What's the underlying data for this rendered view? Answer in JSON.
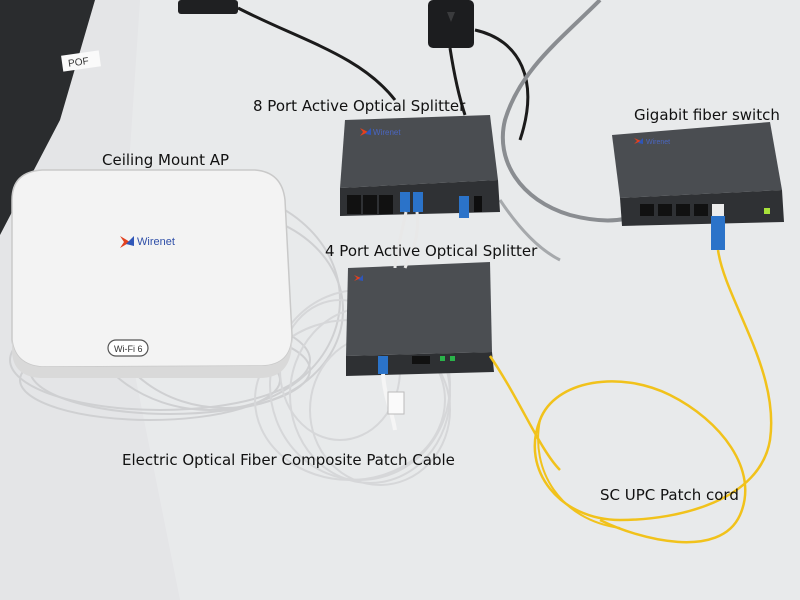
{
  "labels": {
    "splitter8": "8 Port Active Optical Splitter",
    "ceiling_ap": "Ceiling Mount AP",
    "gigabit_switch": "Gigabit fiber switch",
    "splitter4": "4 Port Active Optical Splitter",
    "composite_cable": "Electric Optical Fiber Composite Patch Cable",
    "patch_cord": "SC UPC Patch cord"
  },
  "brand": "Wirenet",
  "badge": "Wi-Fi 6",
  "note_tag": "POF",
  "colors": {
    "table": "#e6e7e9",
    "device_dark": "#3a3c3f",
    "ap_white": "#f4f4f4",
    "fiber_yellow": "#f1c21b",
    "fiber_blue": "#2b73c9",
    "cable_white": "#d8d8d8"
  }
}
